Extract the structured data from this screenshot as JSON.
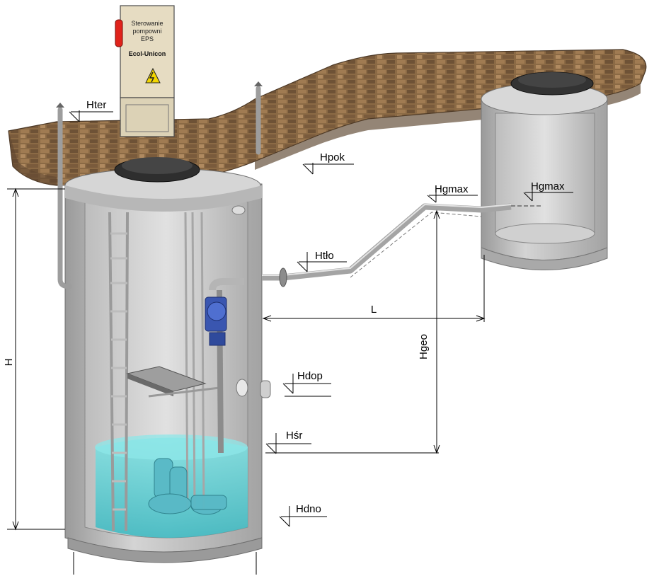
{
  "control_cabinet": {
    "caption": "Sterowanie pompowni EPS",
    "caption_line1": "Sterowanie",
    "caption_line2": "pompowni",
    "caption_line3": "EPS",
    "brand": "Ecol-Unicon",
    "warning_symbol": "high-voltage-icon"
  },
  "levels": {
    "ter": "Hter",
    "pok": "Hpok",
    "gmax_pipe": "Hgmax",
    "gmax_tank": "Hgmax",
    "tlo": "Htło",
    "dop": "Hdop",
    "sr": "Hśr",
    "dno": "Hdno"
  },
  "dimensions": {
    "height": "H",
    "length": "L",
    "geo_height": "Hgeo"
  },
  "colors": {
    "concrete": "#c9c9c9",
    "concrete_dark": "#8e8e8e",
    "water": "#5fd3d6",
    "ground": "#8b6a45",
    "pump": "#3a56b0",
    "cabinet": "#e6dcc2",
    "warning": "#f2d600",
    "lamp": "#e0231b"
  }
}
